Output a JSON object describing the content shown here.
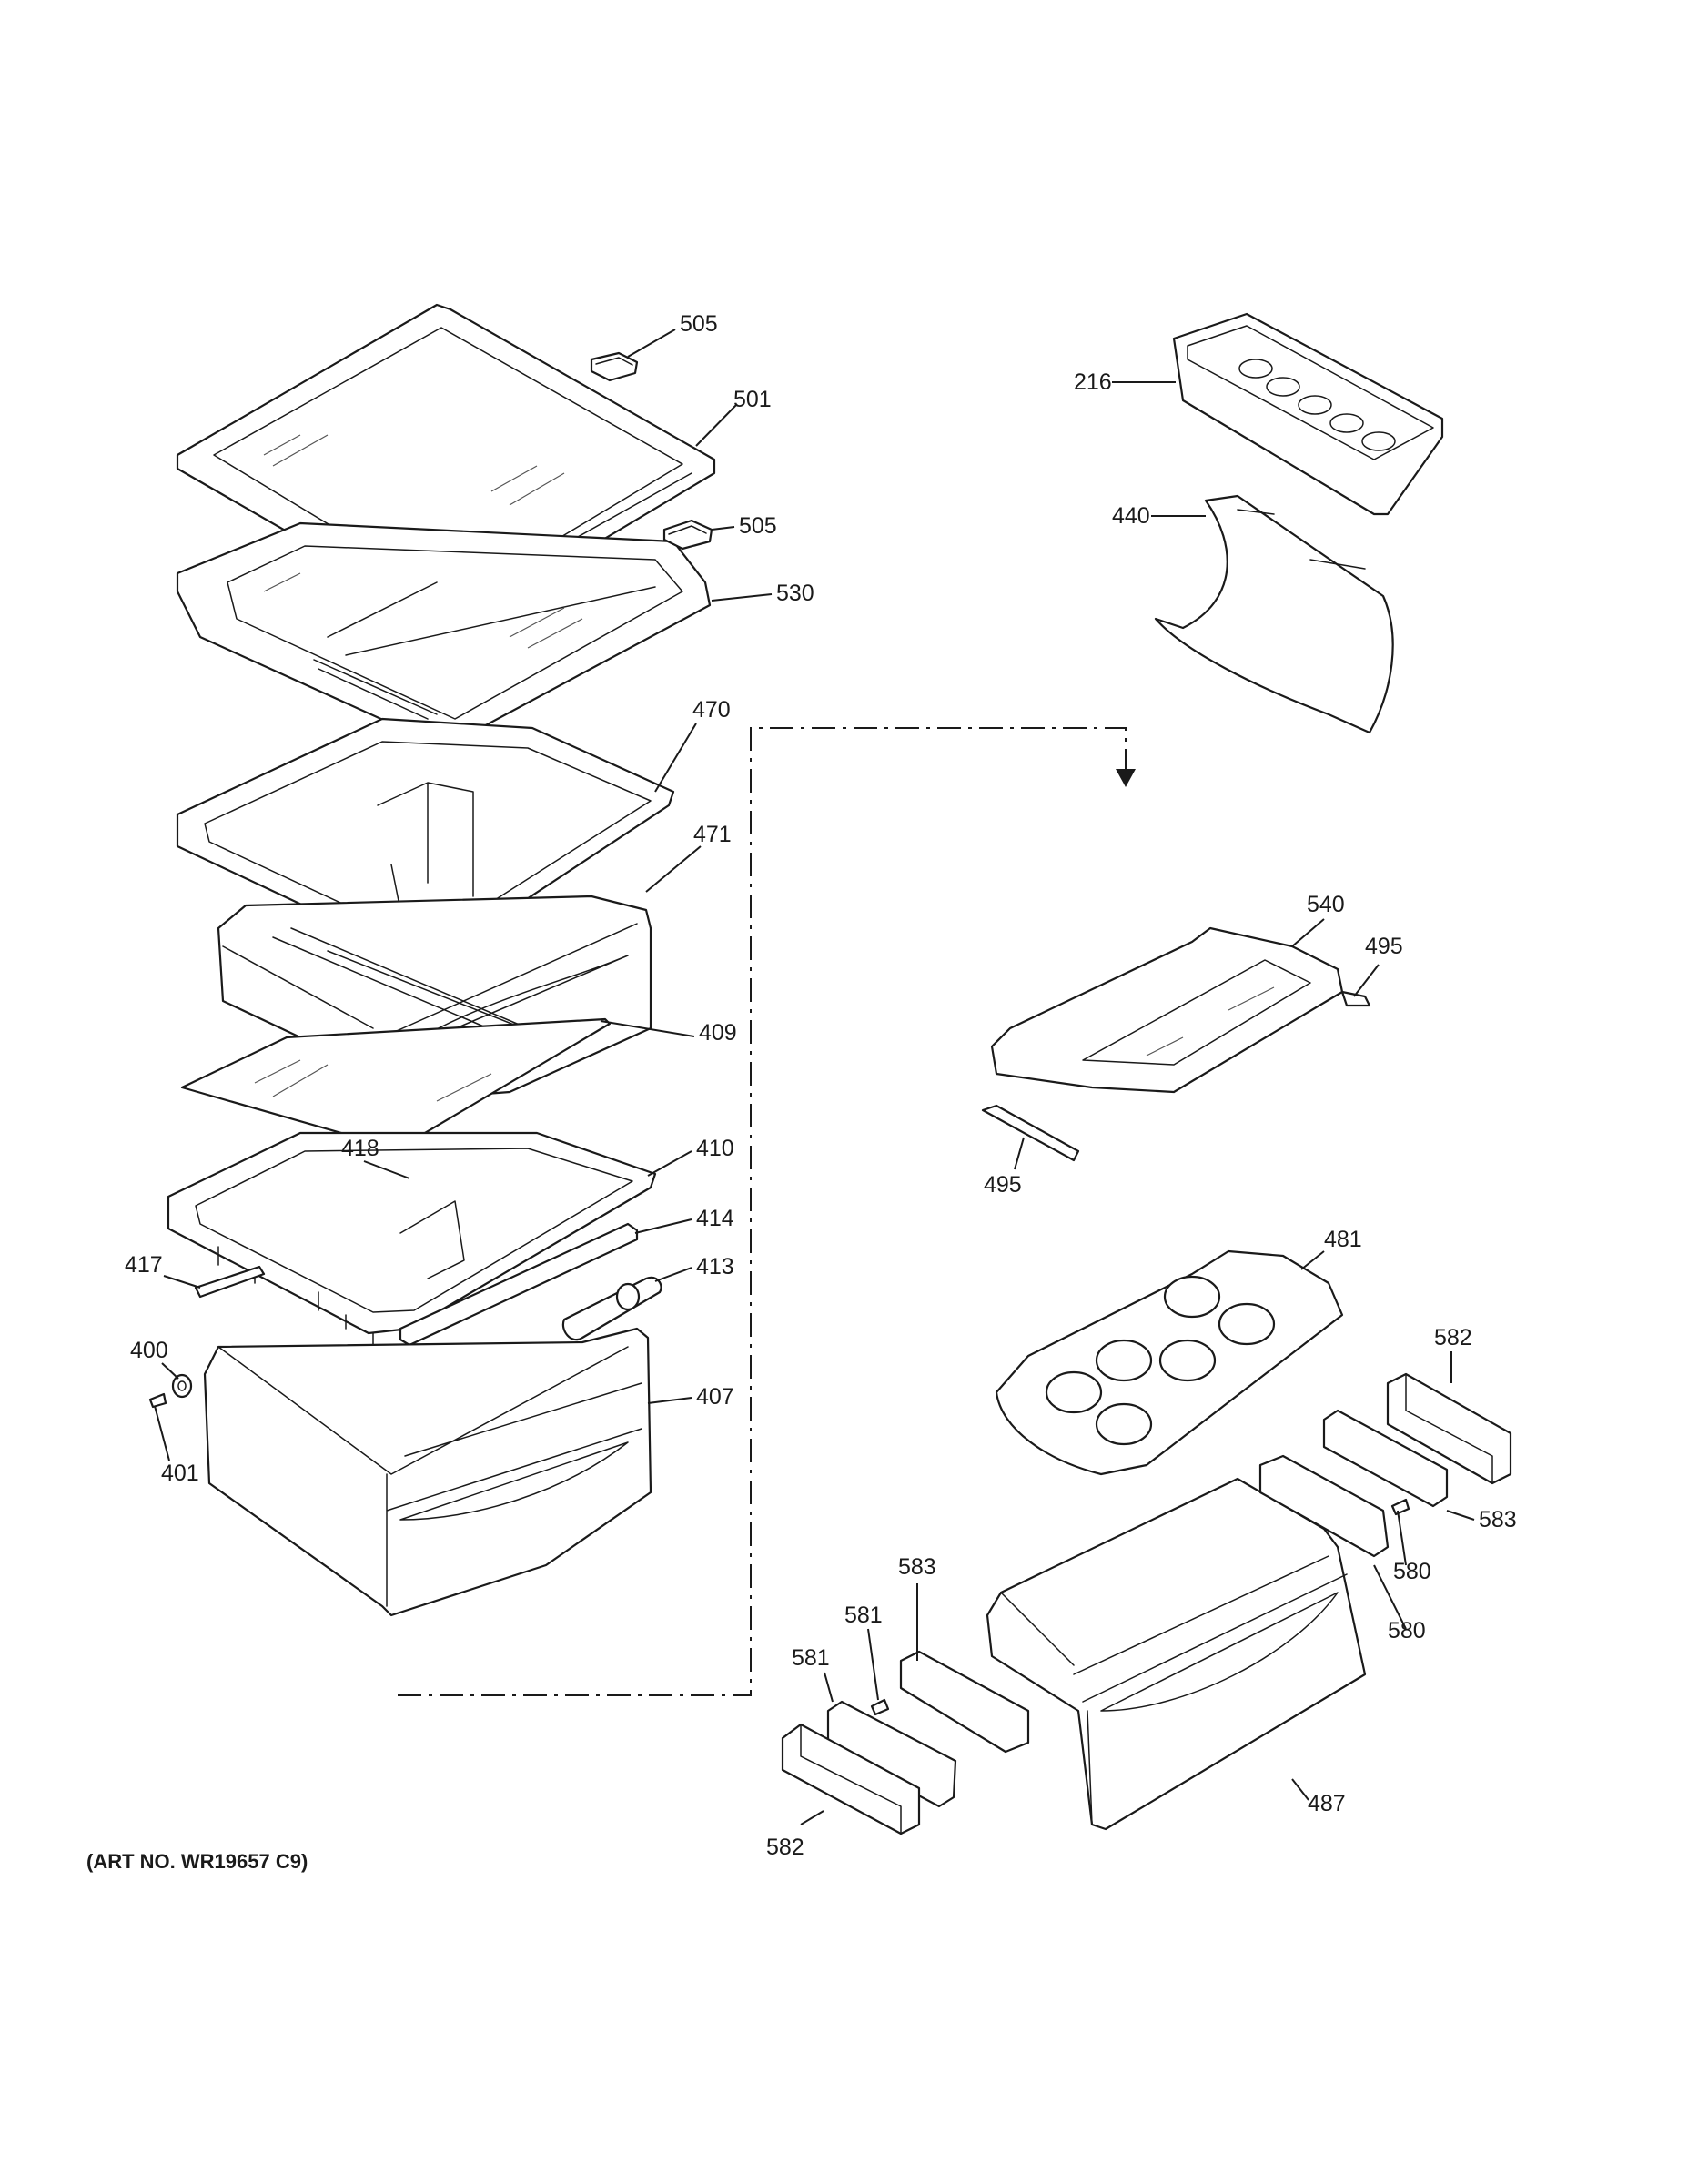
{
  "diagram": {
    "art_number": "(ART NO. WR19657 C9)",
    "callouts": [
      {
        "id": "c505a",
        "label": "505"
      },
      {
        "id": "c501",
        "label": "501"
      },
      {
        "id": "c505b",
        "label": "505"
      },
      {
        "id": "c530",
        "label": "530"
      },
      {
        "id": "c470",
        "label": "470"
      },
      {
        "id": "c471",
        "label": "471"
      },
      {
        "id": "c409",
        "label": "409"
      },
      {
        "id": "c418",
        "label": "418"
      },
      {
        "id": "c410",
        "label": "410"
      },
      {
        "id": "c414",
        "label": "414"
      },
      {
        "id": "c417",
        "label": "417"
      },
      {
        "id": "c413",
        "label": "413"
      },
      {
        "id": "c400",
        "label": "400"
      },
      {
        "id": "c407",
        "label": "407"
      },
      {
        "id": "c401",
        "label": "401"
      },
      {
        "id": "c216",
        "label": "216"
      },
      {
        "id": "c440",
        "label": "440"
      },
      {
        "id": "c540",
        "label": "540"
      },
      {
        "id": "c495a",
        "label": "495"
      },
      {
        "id": "c495b",
        "label": "495"
      },
      {
        "id": "c481",
        "label": "481"
      },
      {
        "id": "c582a",
        "label": "582"
      },
      {
        "id": "c581a",
        "label": "581"
      },
      {
        "id": "c583a",
        "label": "583"
      },
      {
        "id": "c580a",
        "label": "580"
      },
      {
        "id": "c580b",
        "label": "580"
      },
      {
        "id": "c583b",
        "label": "583"
      },
      {
        "id": "c581b",
        "label": "581"
      },
      {
        "id": "c487",
        "label": "487"
      },
      {
        "id": "c582b",
        "label": "582"
      }
    ]
  }
}
